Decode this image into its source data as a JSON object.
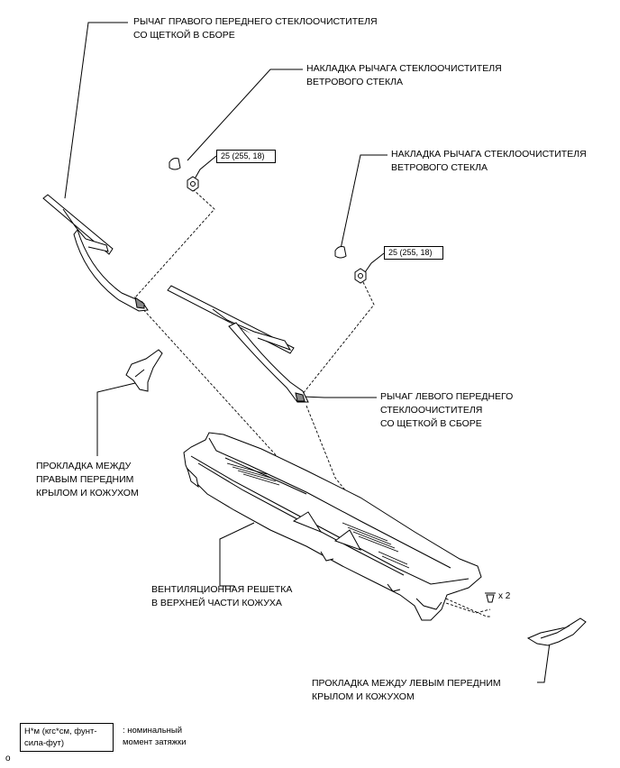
{
  "labels": {
    "right_wiper_arm": "РЫЧАГ ПРАВОГО ПЕРЕДНЕГО СТЕКЛООЧИСТИТЕЛЯ\nСО ЩЕТКОЙ В СБОРЕ",
    "cap_1": "НАКЛАДКА РЫЧАГА СТЕКЛООЧИСТИТЕЛЯ\nВЕТРОВОГО СТЕКЛА",
    "cap_2": "НАКЛАДКА РЫЧАГА СТЕКЛООЧИСТИТЕЛЯ\nВЕТРОВОГО СТЕКЛА",
    "left_wiper_arm": "РЫЧАГ ЛЕВОГО ПЕРЕДНЕГО\nСТЕКЛООЧИСТИТЕЛЯ\nСО ЩЕТКОЙ В СБОРЕ",
    "right_seal": "ПРОКЛАДКА МЕЖДУ\nПРАВЫМ ПЕРЕДНИМ\nКРЫЛОМ И КОЖУХОМ",
    "cowl_louver": "ВЕНТИЛЯЦИОННАЯ РЕШЕТКА\nВ ВЕРХНЕЙ ЧАСТИ КОЖУХА",
    "left_seal": "ПРОКЛАДКА МЕЖДУ ЛЕВЫМ ПЕРЕДНИМ\nКРЫЛОМ И КОЖУХОМ"
  },
  "torque": {
    "nut_1": "25 (255, 18)",
    "nut_2": "25 (255, 18)"
  },
  "clip_count": "x 2",
  "legend": {
    "box": "Н*м (кгс*см, фунт-\nсила-фут)",
    "text": ": номинальный\nмомент затяжки"
  },
  "corner_mark": "o"
}
